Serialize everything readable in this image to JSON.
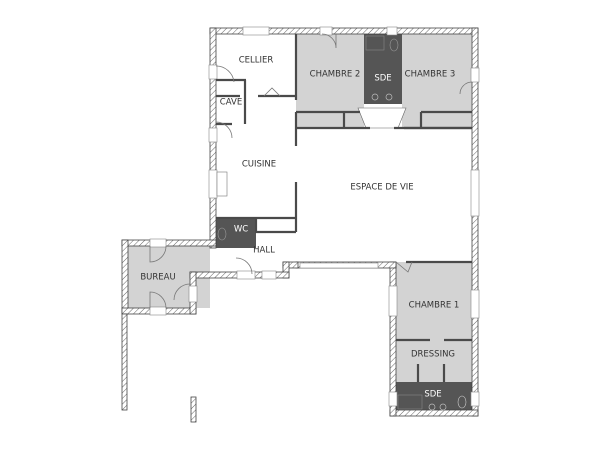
{
  "rooms": {
    "cellier": "CELLIER",
    "chambre2": "CHAMBRE 2",
    "sde_top": "SDE",
    "chambre3": "CHAMBRE 3",
    "cave": "CAVE",
    "cuisine": "CUISINE",
    "espace_de_vie": "ESPACE DE VIE",
    "wc": "WC",
    "hall": "HALL",
    "bureau": "BUREAU",
    "chambre1": "CHAMBRE 1",
    "dressing": "DRESSING",
    "sde_bottom": "SDE"
  },
  "colors": {
    "room_fill": "#d3d3d3",
    "wet_room_fill": "#555555",
    "wall": "#444444"
  }
}
